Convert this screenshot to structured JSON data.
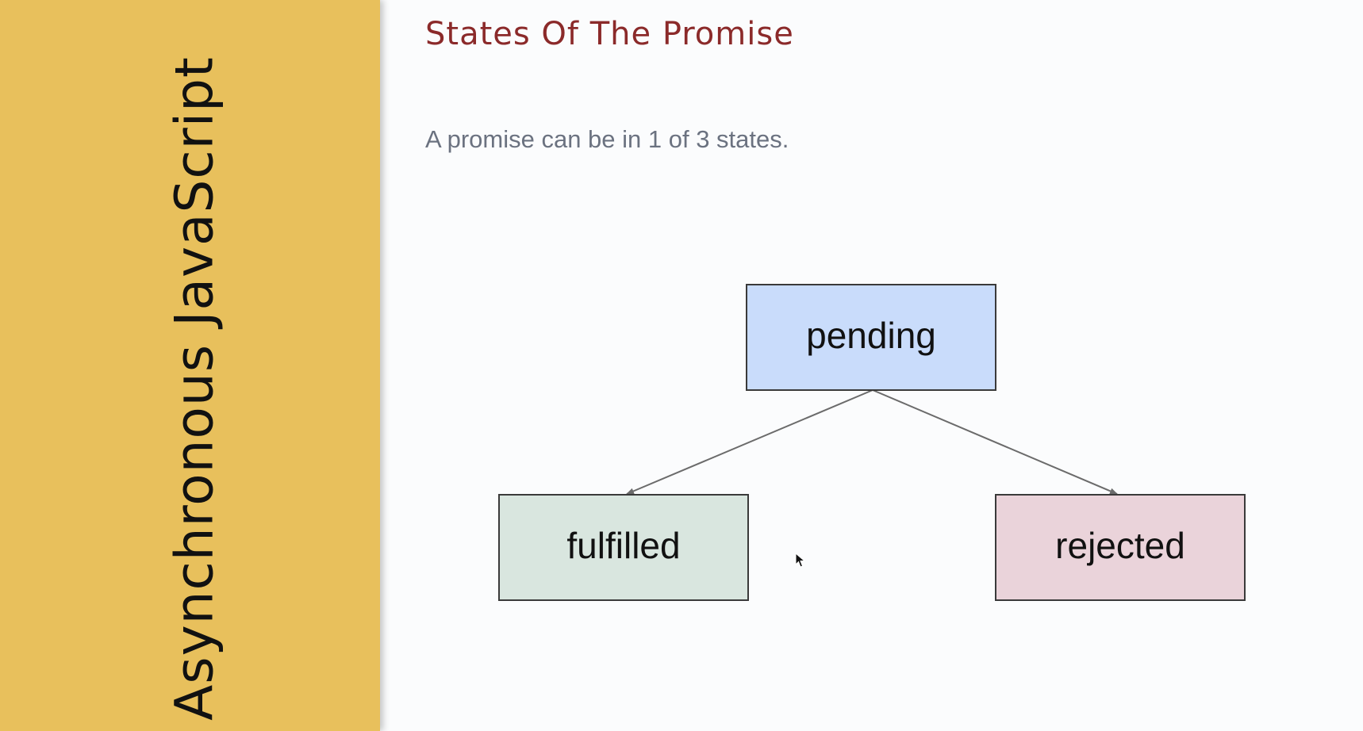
{
  "sidebar": {
    "title": "Asynchronous JavaScript",
    "color": "#e8c05c"
  },
  "slide": {
    "title": "States Of The Promise",
    "subtitle": "A promise can be in 1 of 3 states.",
    "title_color": "#8b2a2a"
  },
  "diagram": {
    "nodes": [
      {
        "id": "pending",
        "label": "pending",
        "fill": "#c9dcfb"
      },
      {
        "id": "fulfilled",
        "label": "fulfilled",
        "fill": "#d9e6df"
      },
      {
        "id": "rejected",
        "label": "rejected",
        "fill": "#ead3da"
      }
    ],
    "edges": [
      {
        "from": "pending",
        "to": "fulfilled"
      },
      {
        "from": "pending",
        "to": "rejected"
      }
    ]
  }
}
